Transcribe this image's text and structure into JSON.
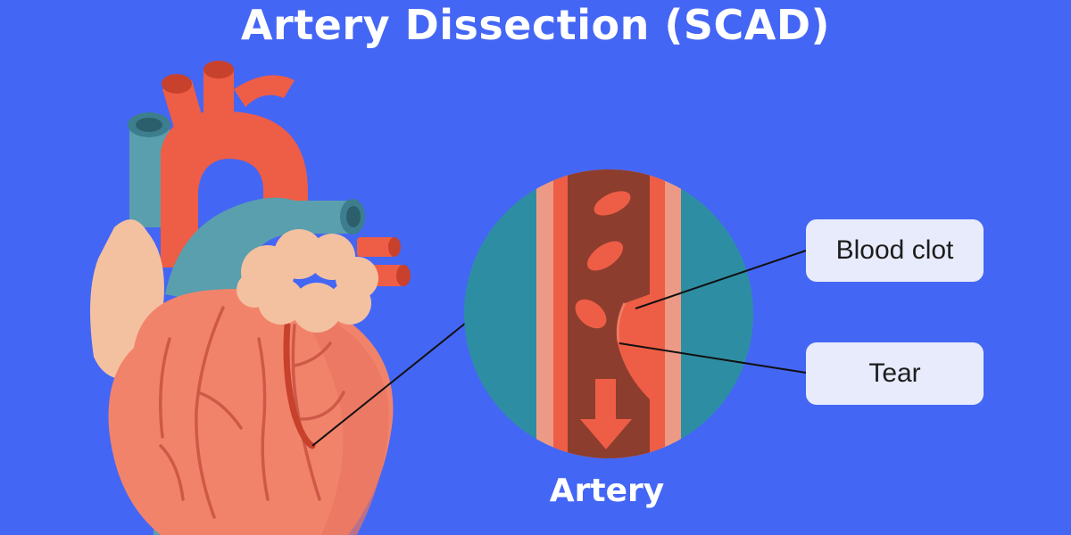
{
  "title": "Artery Dissection (SCAD)",
  "labels": {
    "blood_clot": "Blood clot",
    "tear": "Tear",
    "artery": "Artery"
  },
  "colors": {
    "background": "#4466f5",
    "heart": "#f2836b",
    "vessel_red": "#ee5d45",
    "vessel_blue": "#5a9fae",
    "fat": "#f4c1a0",
    "lumen": "#8c3d2e",
    "wall_teal": "#2d8ea3"
  }
}
